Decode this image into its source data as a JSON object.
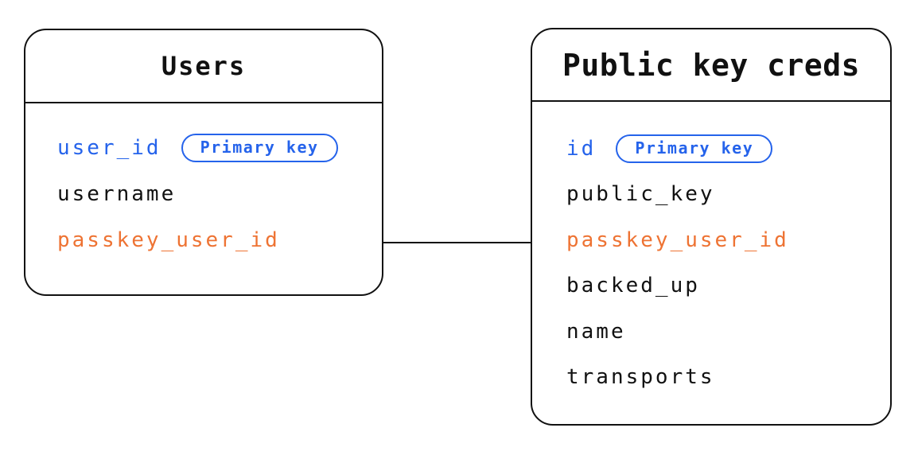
{
  "colors": {
    "blue": "#2563eb",
    "orange": "#ee7333",
    "ink": "#111111",
    "background": "#ffffff"
  },
  "tables": [
    {
      "title": "Users",
      "fields": [
        {
          "name": "user_id",
          "badge": "Primary key"
        },
        {
          "name": "username"
        },
        {
          "name": "passkey_user_id"
        }
      ]
    },
    {
      "title": "Public key creds",
      "fields": [
        {
          "name": "id",
          "badge": "Primary key"
        },
        {
          "name": "public_key"
        },
        {
          "name": "passkey_user_id"
        },
        {
          "name": "backed_up"
        },
        {
          "name": "name"
        },
        {
          "name": "transports"
        }
      ]
    }
  ],
  "relationship": {
    "from": "Users.passkey_user_id",
    "to": "Public key creds.passkey_user_id"
  }
}
